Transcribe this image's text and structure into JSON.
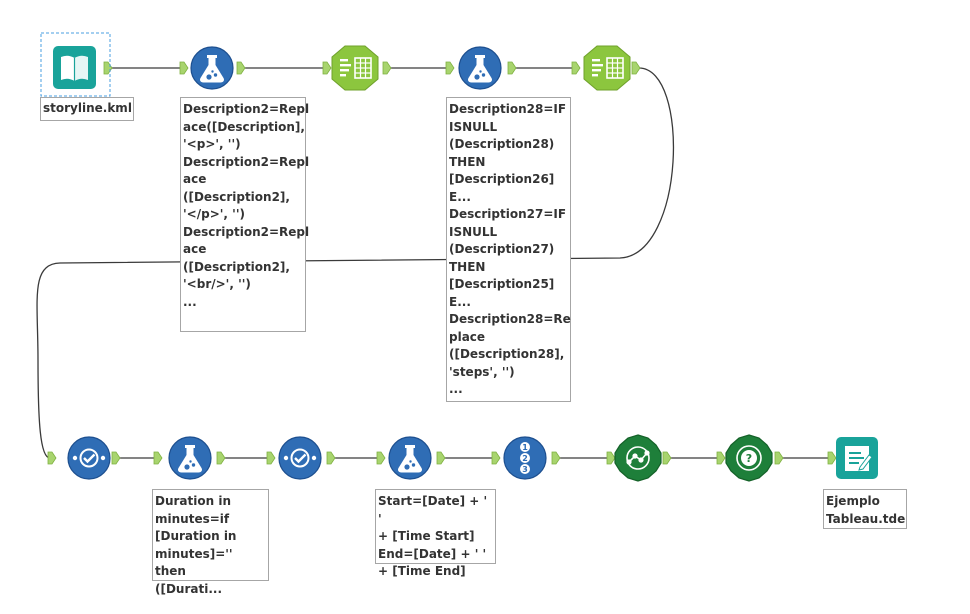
{
  "workflow": {
    "tools": [
      {
        "name": "input-tool",
        "icon": "book-icon",
        "label": "storyline.kml"
      },
      {
        "name": "formula-tool-1",
        "icon": "flask-icon",
        "label": "Description2=Repl\nace([Description],\n'<p>', '')\nDescription2=Repl\nace\n([Description2],\n'</p>', '')\nDescription2=Repl\nace\n([Description2],\n'<br/>', '')\n..."
      },
      {
        "name": "text-to-columns-tool-1",
        "icon": "text-to-columns-icon",
        "label": ""
      },
      {
        "name": "formula-tool-2",
        "icon": "flask-icon",
        "label": "Description28=IF\nISNULL\n(Description28)\nTHEN\n[Description26]\nE...\nDescription27=IF\nISNULL\n(Description27)\nTHEN\n[Description25]\nE...\nDescription28=Re\nplace\n([Description28],\n'steps', '')\n..."
      },
      {
        "name": "text-to-columns-tool-2",
        "icon": "text-to-columns-icon",
        "label": ""
      },
      {
        "name": "select-tool-1",
        "icon": "select-check-icon",
        "label": ""
      },
      {
        "name": "formula-tool-3",
        "icon": "flask-icon",
        "label": "Duration in\nminutes=if\n[Duration in\nminutes]='' then\n([Durati..."
      },
      {
        "name": "select-tool-2",
        "icon": "select-check-icon",
        "label": ""
      },
      {
        "name": "formula-tool-4",
        "icon": "flask-icon",
        "label": "Start=[Date] + ' '\n+ [Time Start]\nEnd=[Date] + ' '\n+ [Time End]"
      },
      {
        "name": "record-id-tool",
        "icon": "record-id-icon",
        "label": ""
      },
      {
        "name": "spatial-tool",
        "icon": "spatial-points-icon",
        "label": ""
      },
      {
        "name": "spatial-info-tool",
        "icon": "spatial-info-icon",
        "label": ""
      },
      {
        "name": "output-tool",
        "icon": "notepad-icon",
        "label": "Ejemplo\nTableau.tde"
      }
    ]
  },
  "colors": {
    "formula": "#2f6db5",
    "text_to_columns": "#8cc63e",
    "record_id": "#2f6db5",
    "spatial": "#1e7f3a",
    "input_output": "#19a39a",
    "anchor": "#a8d46e"
  }
}
